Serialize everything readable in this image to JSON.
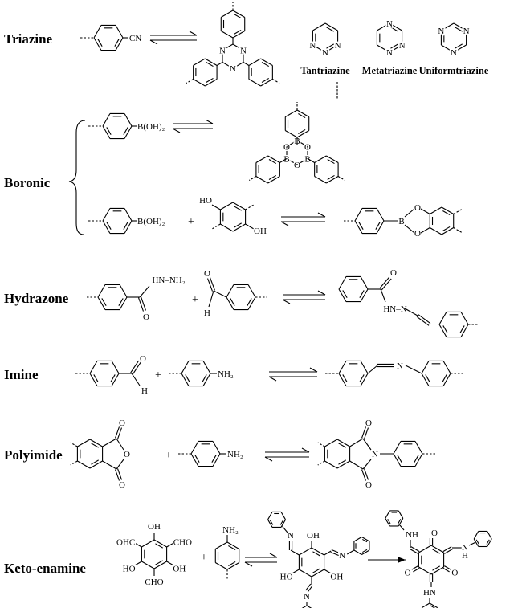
{
  "rows": {
    "triazine": {
      "label": "Triazine",
      "cn": "CN",
      "n": "N"
    },
    "boronic": {
      "label": "Boronic",
      "boh2": "B(OH)₂",
      "b": "B",
      "o": "O",
      "ho": "HO",
      "oh": "OH"
    },
    "hydrazone": {
      "label": "Hydrazone",
      "hnnh2": "HN–NH₂",
      "o": "O",
      "h": "H",
      "hnn": "HN–N"
    },
    "imine": {
      "label": "Imine",
      "o": "O",
      "h": "H",
      "nh2": "NH₂",
      "n": "N"
    },
    "polyimide": {
      "label": "Polyimide",
      "o": "O",
      "nh2": "NH₂",
      "n": "N"
    },
    "keto": {
      "label": "Keto-enamine",
      "oh": "OH",
      "ho": "HO",
      "cho": "CHO",
      "ohc": "OHC",
      "nh2": "NH₂",
      "n": "N",
      "o": "O",
      "nh": "NH",
      "hn": "HN",
      "h": "H"
    }
  },
  "isomers": [
    {
      "name": "Tantriazine"
    },
    {
      "name": "Metatriazine"
    },
    {
      "name": "Uniformtriazine"
    }
  ],
  "plus": "+"
}
